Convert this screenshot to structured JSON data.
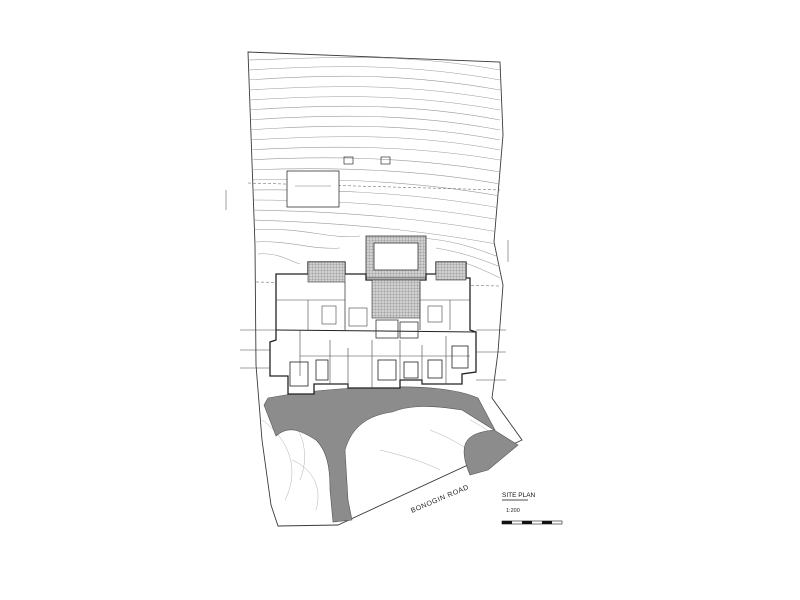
{
  "drawing": {
    "title": "SITE PLAN",
    "scale_text": "1:200",
    "road_name": "BONOGIN ROAD"
  },
  "colors": {
    "line": "#3a3a3a",
    "contour": "#9a9a9a",
    "driveway": "#8c8c8c",
    "tile_fill": "#bdbdbd"
  }
}
